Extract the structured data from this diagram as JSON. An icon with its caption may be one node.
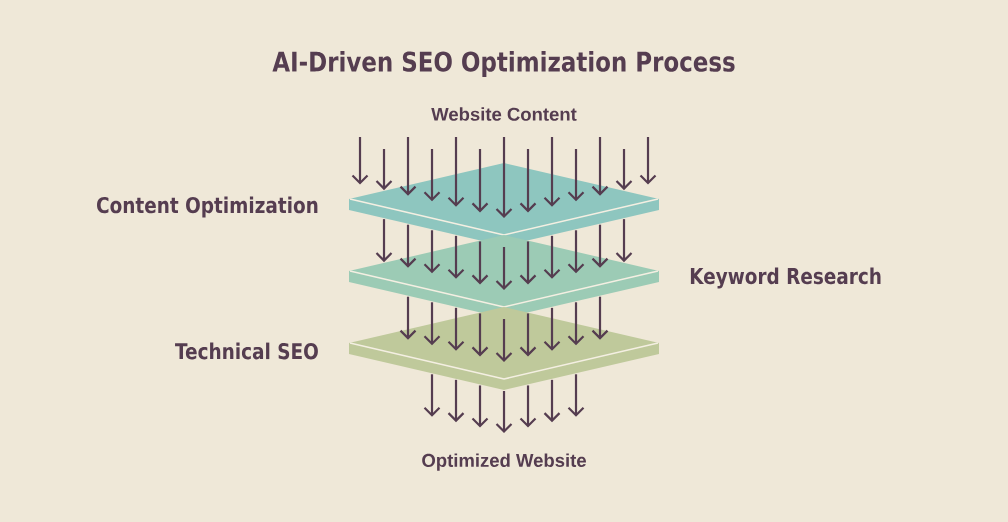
{
  "diagram": {
    "title": "AI-Driven SEO Optimization Process",
    "nodes": [
      {
        "text": [
          "Website Content"
        ]
      },
      {
        "text": [
          "Content Optimization"
        ]
      },
      {
        "text": [
          "Keyword Research"
        ]
      },
      {
        "text": [
          "Technical SEO"
        ]
      },
      {
        "text": [
          "Optimized Website"
        ]
      }
    ],
    "edges": [
      {
        "from": null,
        "to": 1,
        "arrow": "to"
      },
      {
        "from": null,
        "to": 1,
        "arrow": "to"
      },
      {
        "from": 0,
        "to": 1,
        "arrow": "to"
      },
      {
        "from": 0,
        "to": 1,
        "arrow": "to"
      },
      {
        "from": 0,
        "to": 1,
        "arrow": "to"
      },
      {
        "from": 0,
        "to": 1,
        "arrow": "to"
      },
      {
        "from": 0,
        "to": 1,
        "arrow": "to"
      },
      {
        "from": 0,
        "to": 1,
        "arrow": "to"
      },
      {
        "from": 0,
        "to": 1,
        "arrow": "to"
      },
      {
        "from": 0,
        "to": 1,
        "arrow": "to"
      },
      {
        "from": 0,
        "to": 1,
        "arrow": "to"
      },
      {
        "from": null,
        "to": 1,
        "arrow": "to"
      },
      {
        "from": null,
        "to": 1,
        "arrow": "to"
      },
      {
        "from": 1,
        "to": 2,
        "arrow": "to"
      },
      {
        "from": 1,
        "to": 2,
        "arrow": "to"
      },
      {
        "from": 1,
        "to": 2,
        "arrow": "to"
      },
      {
        "from": 1,
        "to": 2,
        "arrow": "to"
      },
      {
        "from": 1,
        "to": 2,
        "arrow": "to"
      },
      {
        "from": 1,
        "to": 2,
        "arrow": "to"
      },
      {
        "from": 1,
        "to": 2,
        "arrow": "to"
      },
      {
        "from": 1,
        "to": 2,
        "arrow": "to"
      },
      {
        "from": 1,
        "to": 2,
        "arrow": "to"
      },
      {
        "from": 1,
        "to": 2,
        "arrow": "to"
      },
      {
        "from": 1,
        "to": 2,
        "arrow": "to"
      },
      {
        "from": 2,
        "to": 3,
        "arrow": "to"
      },
      {
        "from": 2,
        "to": 3,
        "arrow": "to"
      },
      {
        "from": 2,
        "to": 3,
        "arrow": "to"
      },
      {
        "from": 2,
        "to": 3,
        "arrow": "to"
      },
      {
        "from": 2,
        "to": 3,
        "arrow": "to"
      },
      {
        "from": 2,
        "to": 3,
        "arrow": "to"
      },
      {
        "from": 2,
        "to": 3,
        "arrow": "to"
      },
      {
        "from": 2,
        "to": 3,
        "arrow": "to"
      },
      {
        "from": 2,
        "to": 3,
        "arrow": "to"
      },
      {
        "from": 3,
        "to": 4,
        "arrow": "to"
      },
      {
        "from": 3,
        "to": 4,
        "arrow": "to"
      },
      {
        "from": 3,
        "to": 4,
        "arrow": "to"
      },
      {
        "from": 3,
        "to": 4,
        "arrow": "to"
      },
      {
        "from": 3,
        "to": 4,
        "arrow": "to"
      },
      {
        "from": 3,
        "to": 4,
        "arrow": "to"
      },
      {
        "from": 3,
        "to": 4,
        "arrow": "to"
      }
    ]
  }
}
